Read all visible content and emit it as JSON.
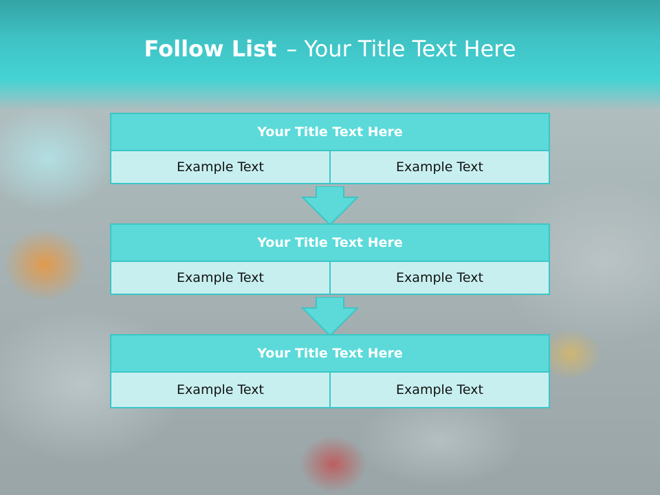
{
  "slide": {
    "title_bold": "Follow List",
    "title_dash": "–",
    "title_rest": "Your Title Text Here"
  },
  "blocks": [
    {
      "title": "Your Title Text Here",
      "cells": [
        "Example Text",
        "Example Text"
      ]
    },
    {
      "title": "Your Title Text Here",
      "cells": [
        "Example Text",
        "Example Text"
      ]
    },
    {
      "title": "Your Title Text Here",
      "cells": [
        "Example Text",
        "Example Text"
      ]
    }
  ],
  "colors": {
    "banner": "#45d3d4",
    "title_fill": "#5bdad9",
    "cell_fill": "#c8eff0",
    "border": "#3cc5c6",
    "arrow_fill": "#5bdad9"
  },
  "icons": [
    "arrow-down-icon"
  ]
}
